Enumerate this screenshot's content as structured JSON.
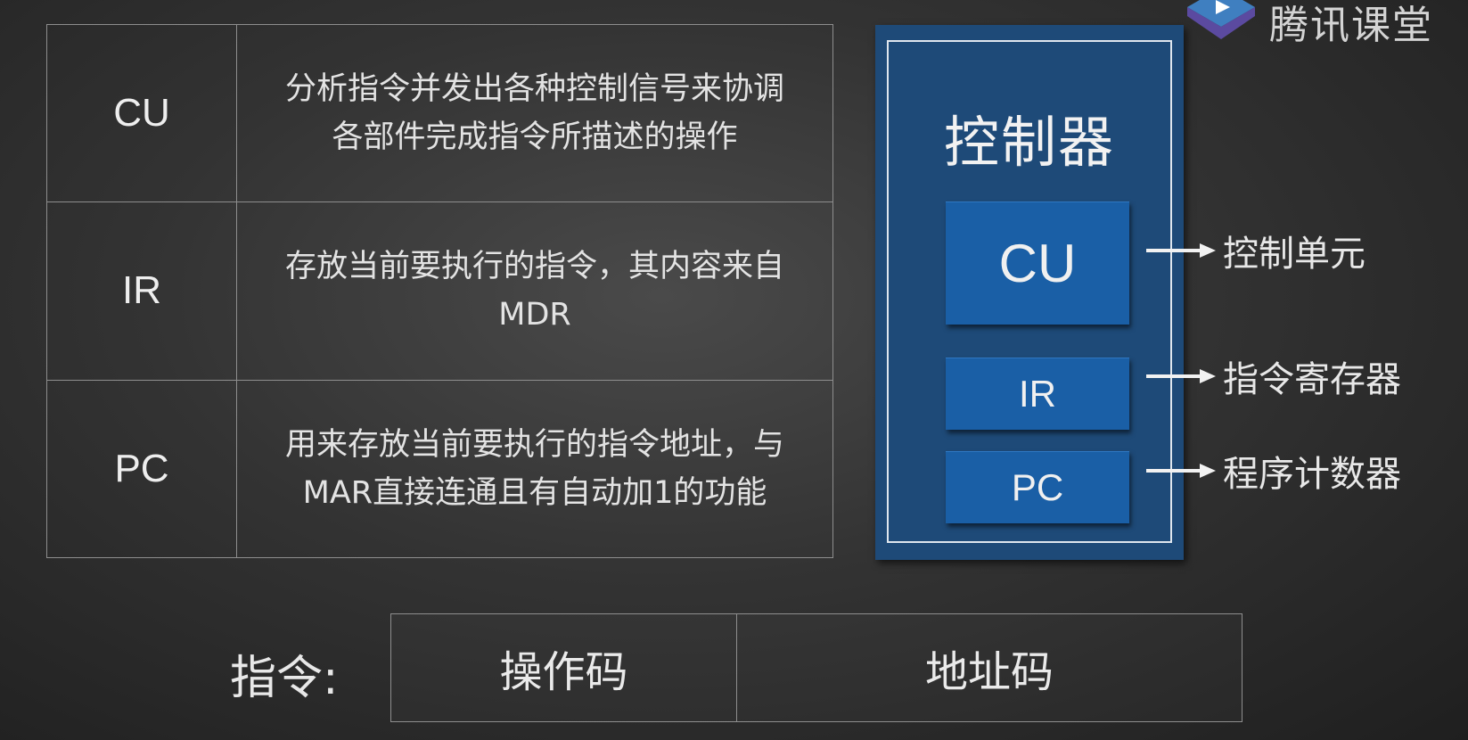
{
  "logo": {
    "text": "腾讯课堂"
  },
  "table": {
    "rows": [
      {
        "abbr": "CU",
        "desc_lines": [
          "分析指令并发出各种控制信号来协调",
          "各部件完成指令所描述的操作"
        ]
      },
      {
        "abbr": "IR",
        "desc_lines": [
          "存放当前要执行的指令，其内容来自",
          "MDR"
        ]
      },
      {
        "abbr": "PC",
        "desc_lines": [
          "用来存放当前要执行的指令地址，与",
          "MAR直接连通且有自动加1的功能"
        ]
      }
    ]
  },
  "controller": {
    "title": "控制器",
    "blocks": [
      {
        "label": "CU",
        "annotation": "控制单元"
      },
      {
        "label": "IR",
        "annotation": "指令寄存器"
      },
      {
        "label": "PC",
        "annotation": "程序计数器"
      }
    ],
    "color": "#1e4a78",
    "block_color": "#1a5fa6"
  },
  "instruction": {
    "label": "指令:",
    "fields": [
      "操作码",
      "地址码"
    ]
  }
}
